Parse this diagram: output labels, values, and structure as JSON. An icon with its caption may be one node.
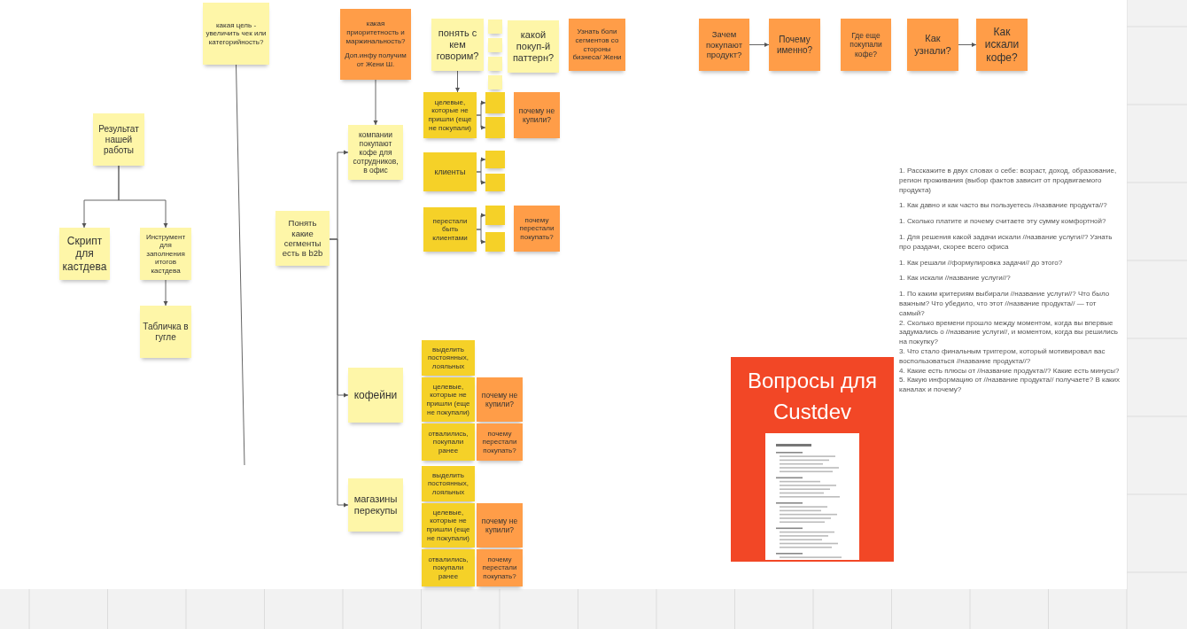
{
  "diagram": {
    "nodes": [
      {
        "text": [
          "какая цель - увеличить чек или категорийность?"
        ]
      },
      {
        "text": [
          "Результат нашей работы"
        ]
      },
      {
        "text": [
          "Скрипт для кастдева"
        ]
      },
      {
        "text": [
          "Инструмент для заполнения итогов кастдева"
        ]
      },
      {
        "text": [
          "Табличка в гугле"
        ]
      },
      {
        "text": [
          "Понять какие сегменты есть в b2b"
        ]
      },
      {
        "text": [
          "какая приоритетность и маржинальность?",
          "Доп.инфу получим от Жени Ш."
        ]
      },
      {
        "text": [
          "компании покупают кофе для сотрудников, в офис"
        ]
      },
      {
        "text": [
          "кофейни"
        ]
      },
      {
        "text": [
          "магазины перекупы"
        ]
      },
      {
        "text": [
          "понять с кем говорим?"
        ]
      },
      {
        "text": [],
        "shape": "box"
      },
      {
        "text": [],
        "shape": "box"
      },
      {
        "text": [],
        "shape": "box"
      },
      {
        "text": [],
        "shape": "box"
      },
      {
        "text": [
          "какой покуп-й паттерн?"
        ]
      },
      {
        "text": [
          "Узнать боли сегментов со стороны бизнеса/ Жени"
        ]
      },
      {
        "text": [
          "Зачем покупают продукт?"
        ]
      },
      {
        "text": [
          "Почему именно?"
        ]
      },
      {
        "text": [
          "Где еще покупали кофе?"
        ]
      },
      {
        "text": [
          "Как узнали?"
        ]
      },
      {
        "text": [
          "Как искали кофе?"
        ]
      },
      {
        "text": [
          "целевые, которые не пришли (еще не покупали)"
        ]
      },
      {
        "text": [],
        "shape": "box"
      },
      {
        "text": [],
        "shape": "box"
      },
      {
        "text": [
          "почему не купили?"
        ]
      },
      {
        "text": [
          "клиенты"
        ]
      },
      {
        "text": [],
        "shape": "box"
      },
      {
        "text": [],
        "shape": "box"
      },
      {
        "text": [
          "перестали быть клиентами"
        ]
      },
      {
        "text": [],
        "shape": "box"
      },
      {
        "text": [],
        "shape": "box"
      },
      {
        "text": [
          "почему перестали покупать?"
        ]
      },
      {
        "text": [
          "выделить постоянных, лояльных"
        ]
      },
      {
        "text": [
          "целевые, которые не пришли (еще не покупали)"
        ]
      },
      {
        "text": [
          "почему не купили?"
        ]
      },
      {
        "text": [
          "отвалились, покупали ранее"
        ]
      },
      {
        "text": [
          "почему перестали покупать?"
        ]
      },
      {
        "text": [
          "выделить постоянных, лояльных"
        ]
      },
      {
        "text": [
          "целевые, которые не пришли (еще не покупали)"
        ]
      },
      {
        "text": [
          "почему не купили?"
        ]
      },
      {
        "text": [
          "отвалились, покупали ранее"
        ]
      },
      {
        "text": [
          "почему перестали покупать?"
        ]
      },
      {
        "text": [
          "Вопросы для Custdev"
        ]
      }
    ],
    "edges": [
      {
        "from": 1,
        "to": 2,
        "arrow": "to"
      },
      {
        "from": 1,
        "to": 3,
        "arrow": "to"
      },
      {
        "from": 3,
        "to": 4,
        "arrow": "to"
      },
      {
        "from": 0,
        "to": null,
        "arrow": "none"
      },
      {
        "from": 5,
        "to": 7,
        "arrow": "to"
      },
      {
        "from": 5,
        "to": 8,
        "arrow": "to"
      },
      {
        "from": 5,
        "to": 9,
        "arrow": "to"
      },
      {
        "from": 6,
        "to": 7,
        "arrow": "to"
      },
      {
        "from": 10,
        "to": 22,
        "arrow": "to"
      },
      {
        "from": 22,
        "to": 23,
        "arrow": "to"
      },
      {
        "from": 22,
        "to": 24,
        "arrow": "to"
      },
      {
        "from": 26,
        "to": 27,
        "arrow": "to"
      },
      {
        "from": 26,
        "to": 28,
        "arrow": "to"
      },
      {
        "from": 29,
        "to": 30,
        "arrow": "to"
      },
      {
        "from": 29,
        "to": 31,
        "arrow": "to"
      },
      {
        "from": 17,
        "to": 18,
        "arrow": "to"
      },
      {
        "from": 20,
        "to": 21,
        "arrow": "to"
      }
    ],
    "labels": [
      "1. Расскажите в двух словах о себе: возраст, доход, образование, регион проживания (выбор фактов зависит от продвигаемого продукта)",
      "1. Как давно и как часто вы пользуетесь //название продукта//?",
      "1. Сколько платите и почему считаете эту сумму комфортной?",
      "1. Для решения какой задачи искали //название услуги//? Узнать про раздачи, скорее всего офиса",
      "1. Как решали //формулировка задачи// до этого?",
      "1. Как искали //название услуги//?",
      "1. По каким критериям выбирали //название услуги//? Что было важным? Что убедило, что этот //название продукта// — тот самый?",
      "2. Сколько времени прошло между моментом, когда вы впервые задумались о //название услуги//, и моментом, когда вы решились на покупку?",
      "3. Что стало финальным триггером, который мотивировал вас воспользоваться //название продукта//?",
      "4. Какие есть плюсы от //название продукта//? Какие есть минусы?",
      "5. Какую информацию от //название продукта// получаете? В каких каналах и почему?"
    ]
  }
}
